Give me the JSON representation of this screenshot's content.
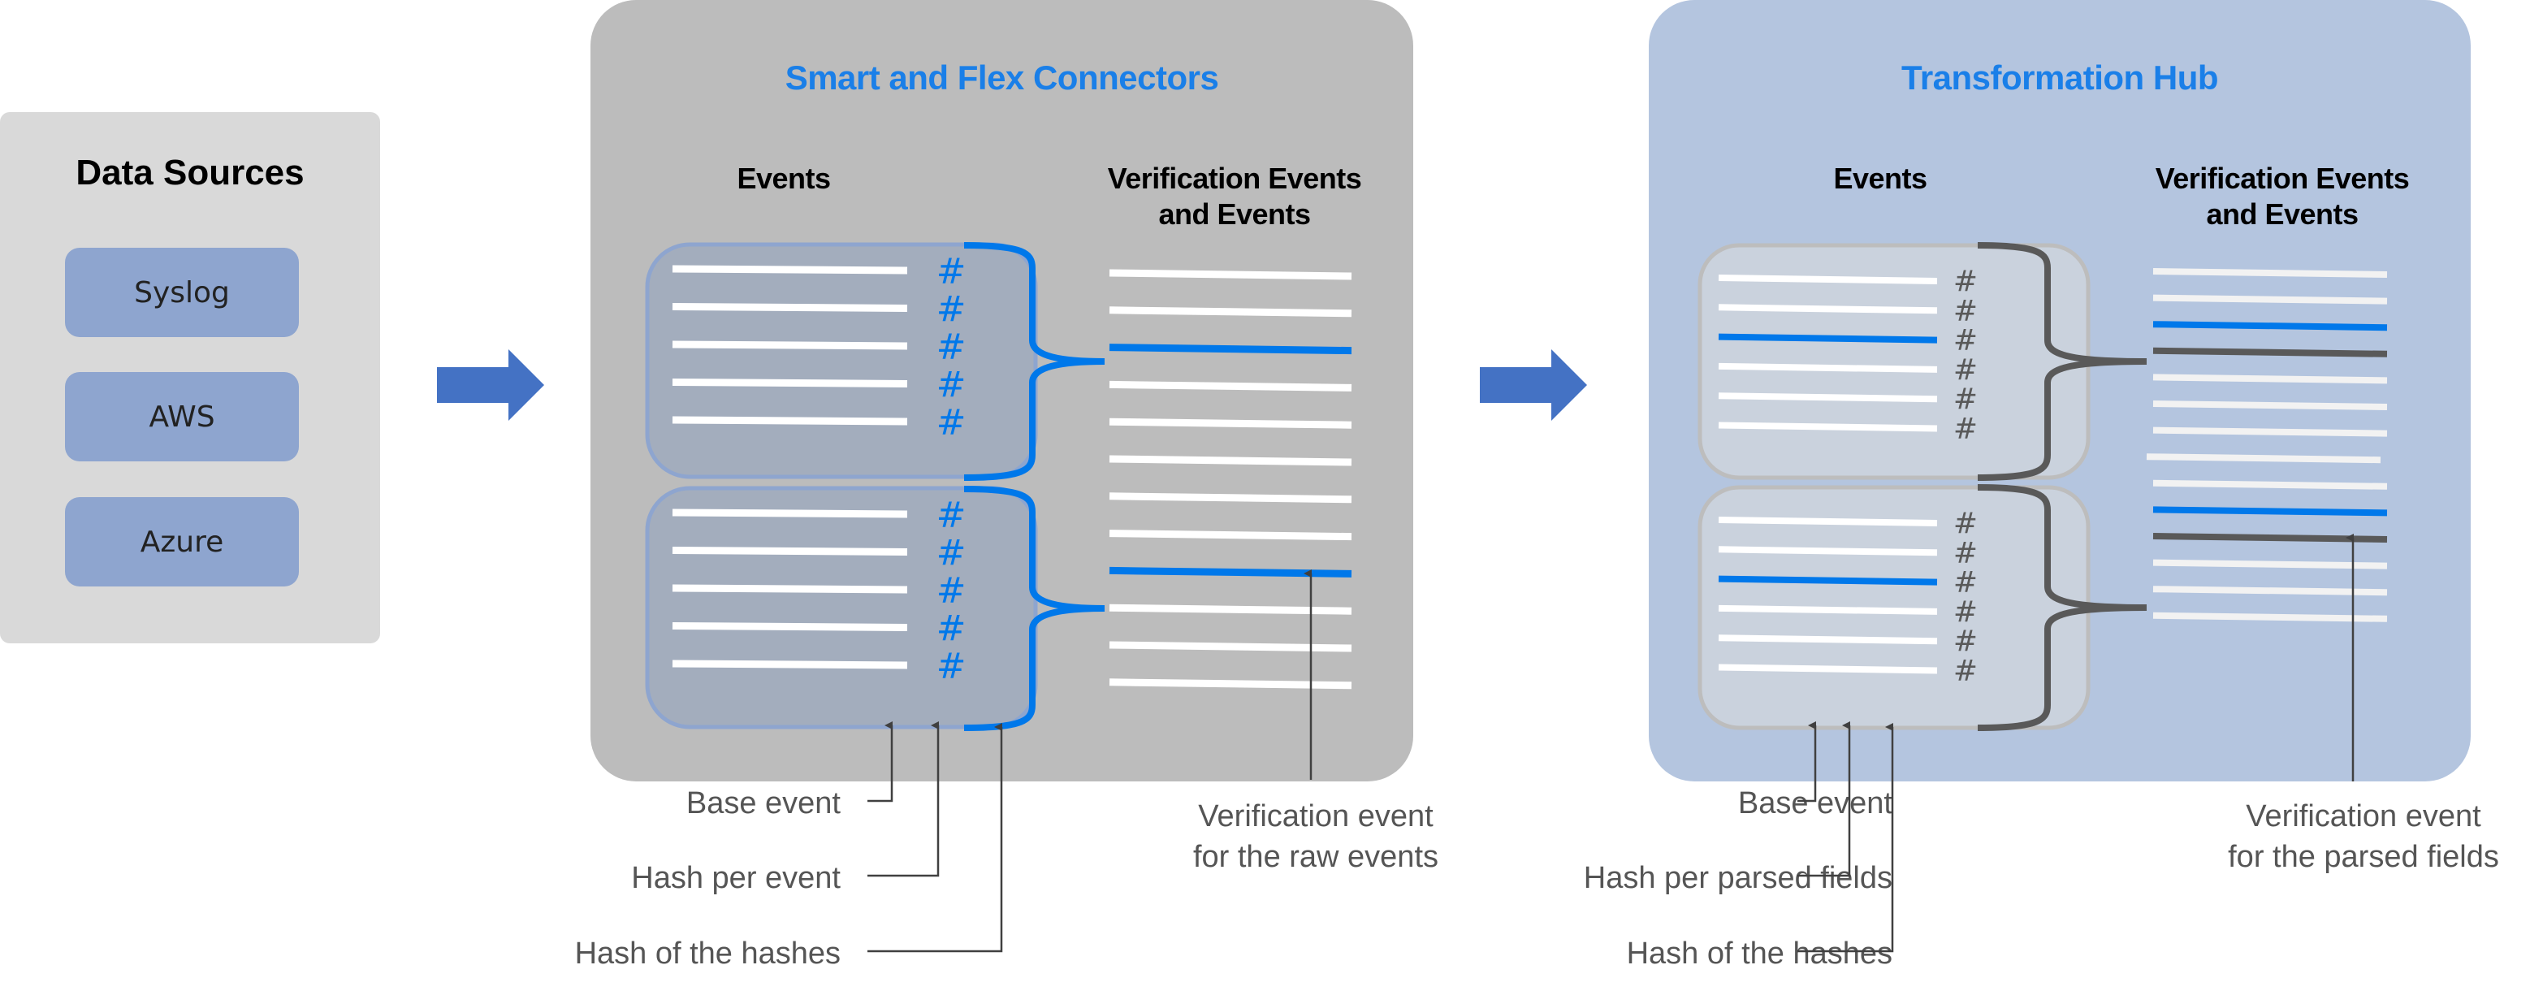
{
  "data_sources": {
    "title": "Data Sources",
    "items": [
      "Syslog",
      "AWS",
      "Azure"
    ]
  },
  "flow_arrows": [
    "right-arrow",
    "right-arrow"
  ],
  "smart_connectors": {
    "title": "Smart and Flex Connectors",
    "events_heading": "Events",
    "verification_heading_line1": "Verification Events",
    "verification_heading_line2": "and Events",
    "hash_symbol": "#",
    "groups": [
      {
        "event_lines": 5,
        "highlighted_index": null
      },
      {
        "event_lines": 5,
        "highlighted_index": null
      }
    ],
    "verification_lines": 12,
    "verification_highlighted": [
      2,
      8
    ],
    "callouts": {
      "base_event": "Base event",
      "hash_per_event": "Hash per event",
      "hash_of_hashes": "Hash of the hashes",
      "verification_line1": "Verification event",
      "verification_line2": "for the raw events"
    }
  },
  "transformation_hub": {
    "title": "Transformation Hub",
    "events_heading": "Events",
    "verification_heading_line1": "Verification Events",
    "verification_heading_line2": "and Events",
    "hash_symbol": "#",
    "groups": [
      {
        "event_lines": 6,
        "highlighted_index": 2
      },
      {
        "event_lines": 6,
        "highlighted_index": 2
      }
    ],
    "verification_lines": 14,
    "verification_highlighted_blue": [
      2,
      9
    ],
    "verification_highlighted_dark": [
      3,
      10
    ],
    "callouts": {
      "base_event": "Base event",
      "hash_per_parsed_fields": "Hash per parsed fields",
      "hash_of_hashes": "Hash of the hashes",
      "verification_line1": "Verification event",
      "verification_line2": "for the parsed fields"
    }
  },
  "colors": {
    "accent_blue": "#0078ea",
    "arrow_blue": "#4472c4",
    "dark_gray": "#595959",
    "callout_text": "#555555"
  }
}
